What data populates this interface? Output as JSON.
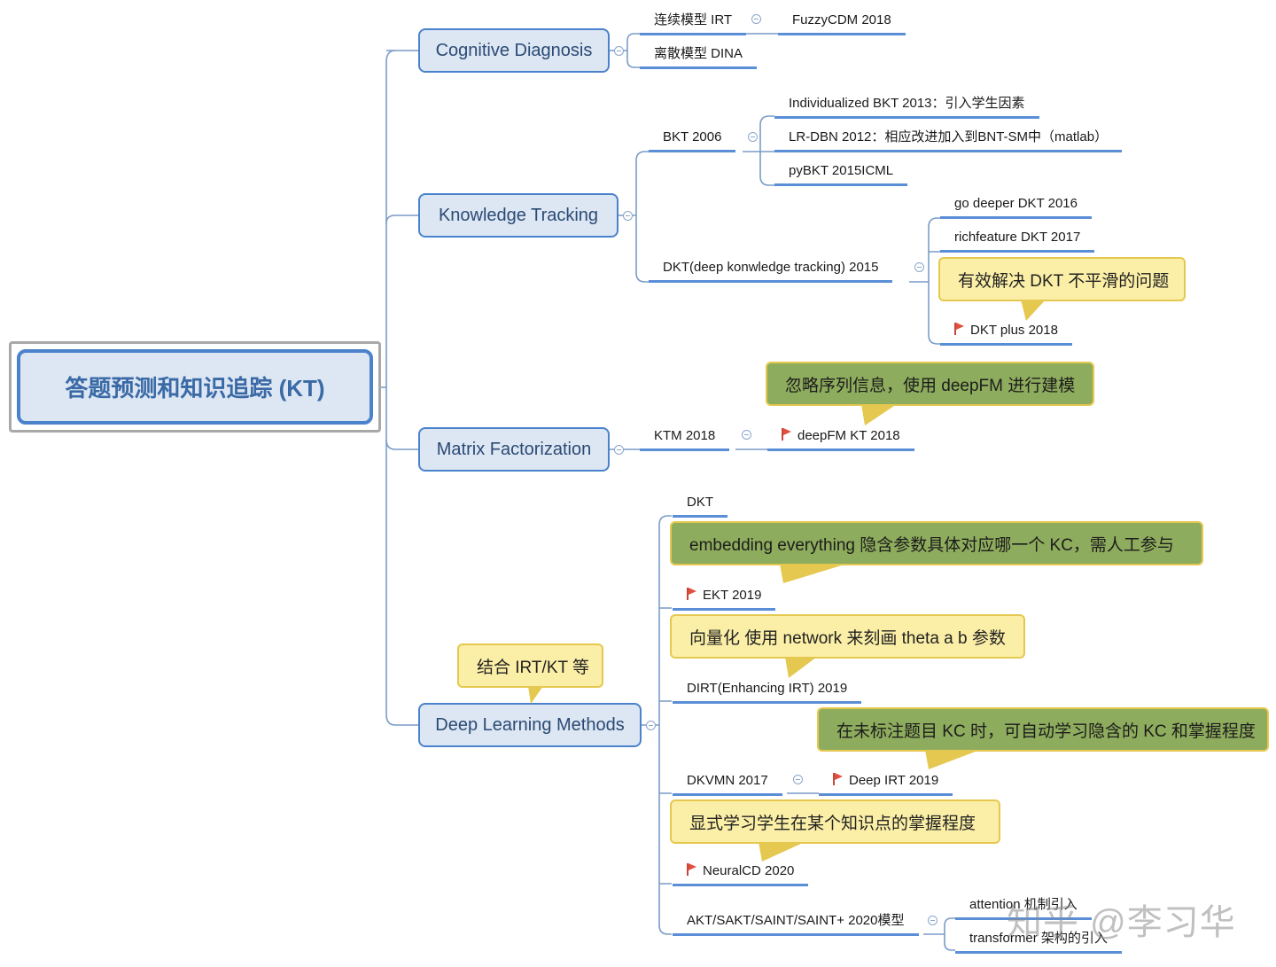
{
  "root": {
    "label": "答题预测和知识追踪 (KT)"
  },
  "branches": {
    "cd": {
      "label": "Cognitive Diagnosis",
      "irt": "连续模型 IRT",
      "fuzzy": "FuzzyCDM 2018",
      "dina": "离散模型 DINA"
    },
    "kt": {
      "label": "Knowledge Tracking",
      "bkt": "BKT 2006",
      "bkt_ind": "Individualized BKT 2013：引入学生因素",
      "bkt_lr": "LR-DBN 2012：相应改进加入到BNT-SM中（matlab）",
      "bkt_py": "pyBKT 2015ICML",
      "dkt": "DKT(deep konwledge tracking) 2015",
      "dkt_deeper": "go deeper DKT 2016",
      "dkt_rich": "richfeature DKT 2017",
      "dkt_plus": "DKT plus 2018",
      "dkt_plus_note": "有效解决 DKT 不平滑的问题"
    },
    "mf": {
      "label": "Matrix Factorization",
      "ktm": "KTM 2018",
      "deepfm": "deepFM KT 2018",
      "deepfm_note": "忽略序列信息，使用 deepFM 进行建模"
    },
    "dl": {
      "label": "Deep Learning Methods",
      "note": "结合 IRT/KT 等",
      "dkt": "DKT",
      "dkt_note": "embedding everything 隐含参数具体对应哪一个 KC，需人工参与",
      "ekt": "EKT 2019",
      "ekt_note": "向量化 使用 network 来刻画 theta a b 参数",
      "dirt": "DIRT(Enhancing IRT) 2019",
      "dkvmn": "DKVMN 2017",
      "deepirt": "Deep IRT 2019",
      "deepirt_note": "在未标注题目 KC 时，可自动学习隐含的 KC 和掌握程度",
      "neuralcd": "NeuralCD 2020",
      "neuralcd_note": "显式学习学生在某个知识点的掌握程度",
      "akt": "AKT/SAKT/SAINT/SAINT+ 2020模型",
      "attention": "attention 机制引入",
      "transformer": "transformer 架构的引入"
    }
  },
  "watermark": "知乎 @李习华",
  "colors": {
    "line": "#7a9cc7",
    "underline": "#5a8ed6",
    "node_fill": "#dde6f3",
    "node_border": "#4a82cc",
    "yellow_note": "#fbeea6",
    "green_note": "#8eac5d",
    "flag": "#e0503f"
  }
}
